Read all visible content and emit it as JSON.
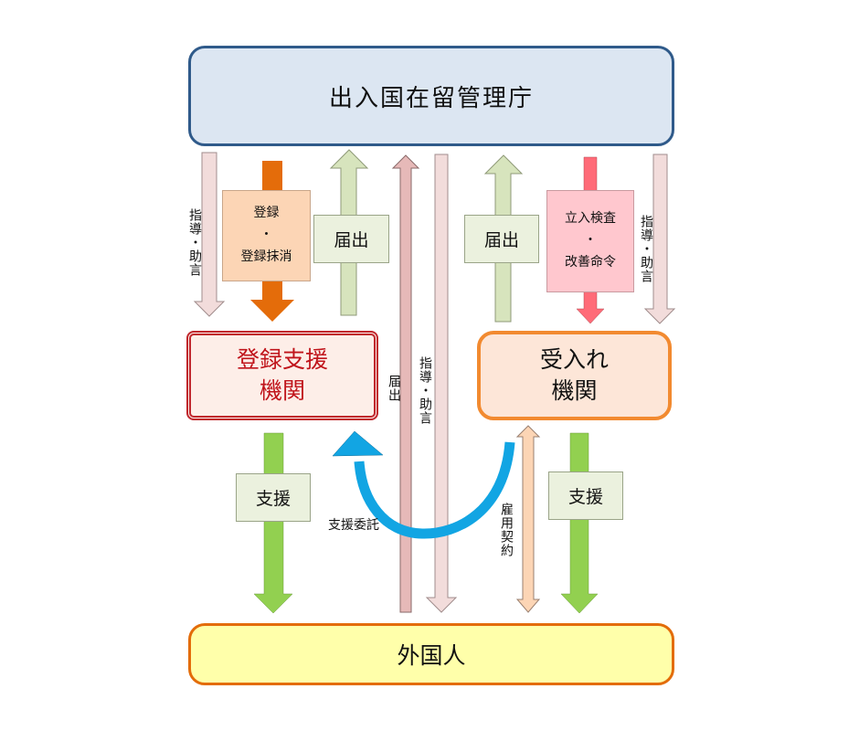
{
  "nodes": {
    "agency": "出入国在留管理庁",
    "registered_support_org_line1": "登録支援",
    "registered_support_org_line2": "機関",
    "receiving_org_line1": "受入れ",
    "receiving_org_line2": "機関",
    "foreign_national": "外国人"
  },
  "labels": {
    "registration_line1": "登録",
    "registration_dot": "・",
    "registration_line2": "登録抹消",
    "inspection_line1": "立入検査",
    "inspection_dot": "・",
    "inspection_line2": "改善命令",
    "notification_left": "届出",
    "notification_right": "届出",
    "guidance_left": "指導・助言",
    "guidance_right": "指導・助言",
    "guidance_center": "指導・助言",
    "notification_center": "届出",
    "support_left": "支援",
    "support_right": "支援",
    "support_entrustment": "支援委託",
    "employment_contract": "雇用契約"
  },
  "colors": {
    "agency_fill": "#dce6f2",
    "agency_border": "#2f5a8a",
    "registered_org_border": "#c0272d",
    "registered_org_text": "#c0141b",
    "receiving_org_border": "#f28a30",
    "foreign_fill": "#ffffaa",
    "foreign_border": "#e36c09",
    "arrow_orange": "#e46c0a",
    "arrow_red": "#ff6b78",
    "arrow_light_pink": "#f2dcdb",
    "arrow_rose": "#e6b9b8",
    "arrow_pale_green": "#d7e4bd",
    "arrow_green": "#92d050",
    "arrow_peach": "#fcd5b5",
    "arrow_blue": "#12a5e3"
  }
}
